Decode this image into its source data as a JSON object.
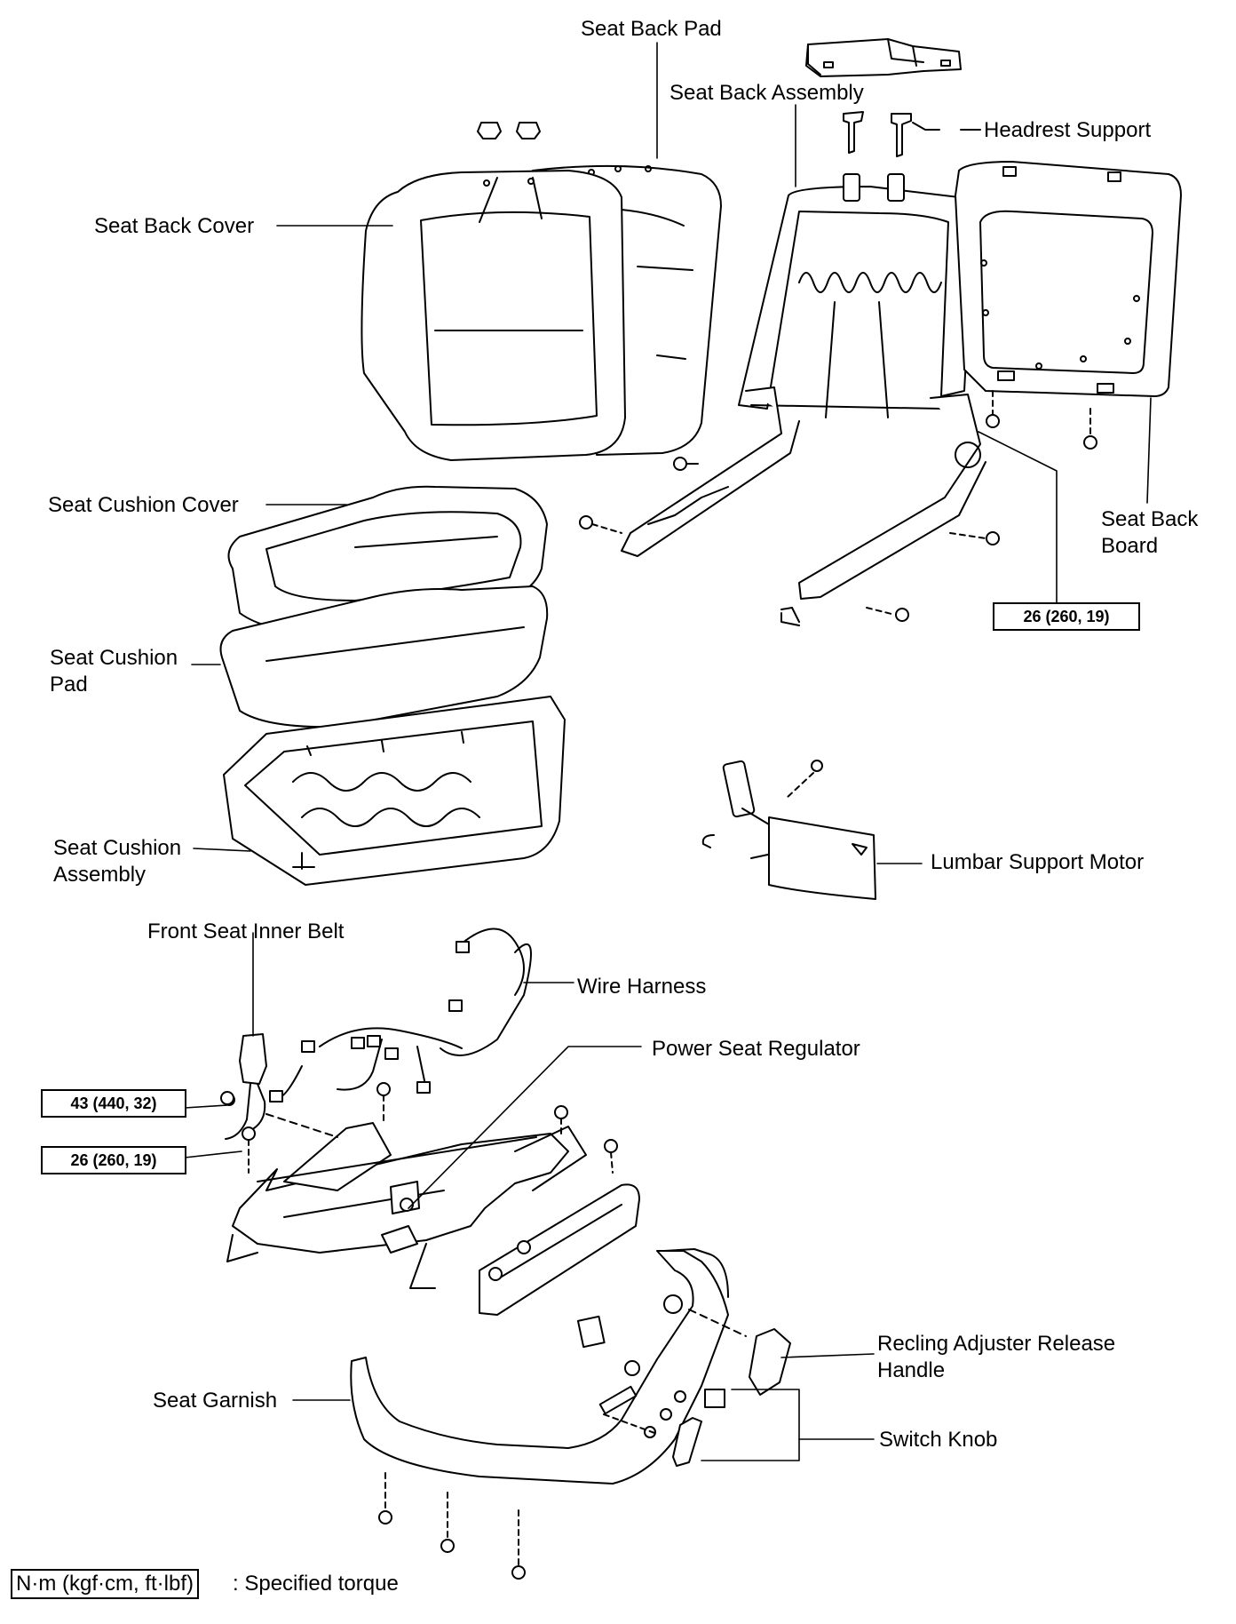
{
  "labels": {
    "seat_back_pad": "Seat Back Pad",
    "seat_back_assembly": "Seat Back Assembly",
    "headrest_support": "Headrest Support",
    "seat_back_cover": "Seat Back Cover",
    "seat_cushion_cover": "Seat Cushion Cover",
    "seat_cushion_pad": [
      "Seat Cushion",
      "Pad"
    ],
    "seat_cushion_assembly": [
      "Seat Cushion",
      "Assembly"
    ],
    "seat_back_board": [
      "Seat Back",
      "Board"
    ],
    "lumbar_support_motor": "Lumbar Support Motor",
    "front_seat_inner_belt": "Front Seat Inner Belt",
    "wire_harness": "Wire Harness",
    "power_seat_regulator": "Power Seat Regulator",
    "recling_adjuster_release_handle": [
      "Recling Adjuster Release",
      "Handle"
    ],
    "seat_garnish": "Seat Garnish",
    "switch_knob": "Switch Knob"
  },
  "torque_specs": {
    "seat_back_hinge": "26 (260, 19)",
    "inner_belt": "43 (440, 32)",
    "regulator": "26 (260, 19)"
  },
  "legend": {
    "unit": "N·m (kgf·cm, ft·lbf)",
    "text": ": Specified torque"
  }
}
